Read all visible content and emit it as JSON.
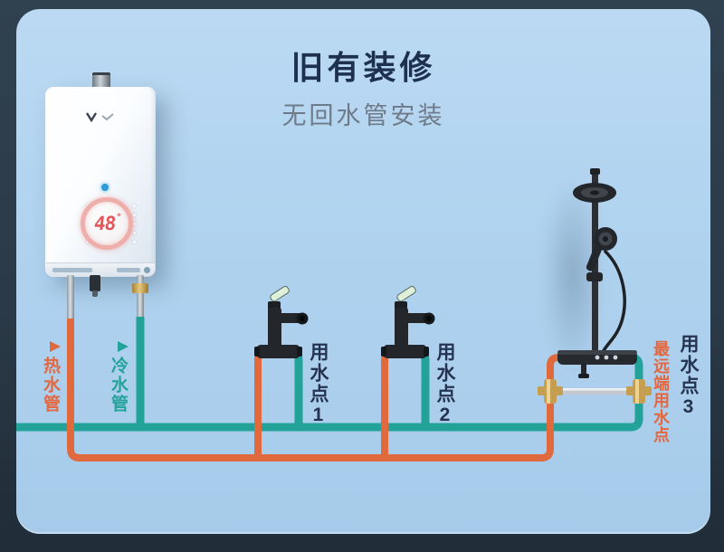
{
  "header": {
    "title": "旧有装修",
    "subtitle": "无回水管安装"
  },
  "heater": {
    "display_temp": "48",
    "degree_symbol": "°"
  },
  "pipe_labels": {
    "hot": "热水管",
    "cold": "冷水管"
  },
  "points": {
    "point1": "用水点1",
    "point2": "用水点2",
    "point3": "用水点3",
    "farthest": "最远端用水点"
  },
  "colors": {
    "background": "#2B3A48",
    "panel": "#AFD2EF",
    "hot_pipe": "#E0693D",
    "cold_pipe": "#23A29A",
    "title_text": "#1D3050",
    "subtitle_text": "#6E7A87",
    "point_label_text": "#263350",
    "display_ring": "#EEAFAB",
    "display_digits": "#E2575A",
    "brass": "#C59E52",
    "fixture_black": "#23272C"
  }
}
